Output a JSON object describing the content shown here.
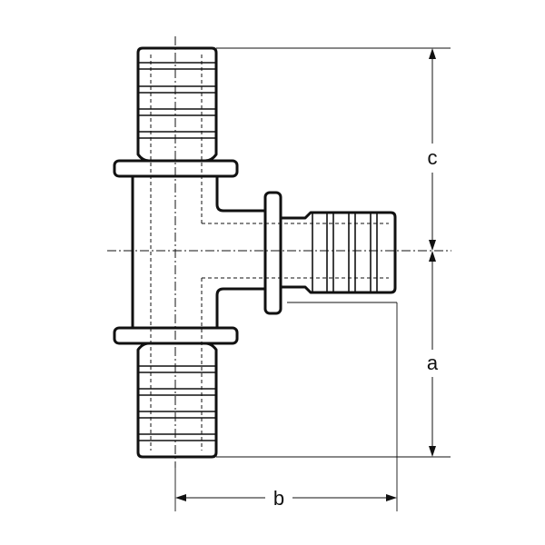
{
  "drawing": {
    "dimensions": {
      "a": "a",
      "b": "b",
      "c": "c"
    }
  }
}
